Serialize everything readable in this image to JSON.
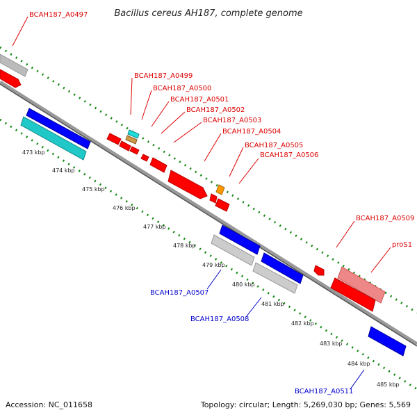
{
  "title": "Bacillus cereus AH187, complete genome",
  "footer": {
    "accession": "Accession: NC_011658",
    "summary": "Topology: circular; Length: 5,269,030 bp; Genes: 5,569"
  },
  "ticks": [
    "473 kbp",
    "474 kbp",
    "475 kbp",
    "476 kbp",
    "477 kbp",
    "478 kbp",
    "479 kbp",
    "480 kbp",
    "481 kbp",
    "482 kbp",
    "483 kbp",
    "484 kbp",
    "485 kbp"
  ],
  "labels": {
    "a0497": "BCAH187_A0497",
    "a0499": "BCAH187_A0499",
    "a0500": "BCAH187_A0500",
    "a0501": "BCAH187_A0501",
    "a0502": "BCAH187_A0502",
    "a0503": "BCAH187_A0503",
    "a0504": "BCAH187_A0504",
    "a0505": "BCAH187_A0505",
    "a0506": "BCAH187_A0506",
    "a0509": "BCAH187_A0509",
    "pros1": "proS1",
    "a0507": "BCAH187_A0507",
    "a0508": "BCAH187_A0508",
    "a0511": "BCAH187_A0511"
  },
  "colors": {
    "red": "#ff0000",
    "blue": "#0000ff",
    "cyan": "#20c8c8",
    "gray": "#bbbbbb",
    "pink": "#ee7777",
    "orange": "#ff9900",
    "tan": "#cc9944",
    "green_dots": "#118811",
    "backbone": "#888888"
  }
}
